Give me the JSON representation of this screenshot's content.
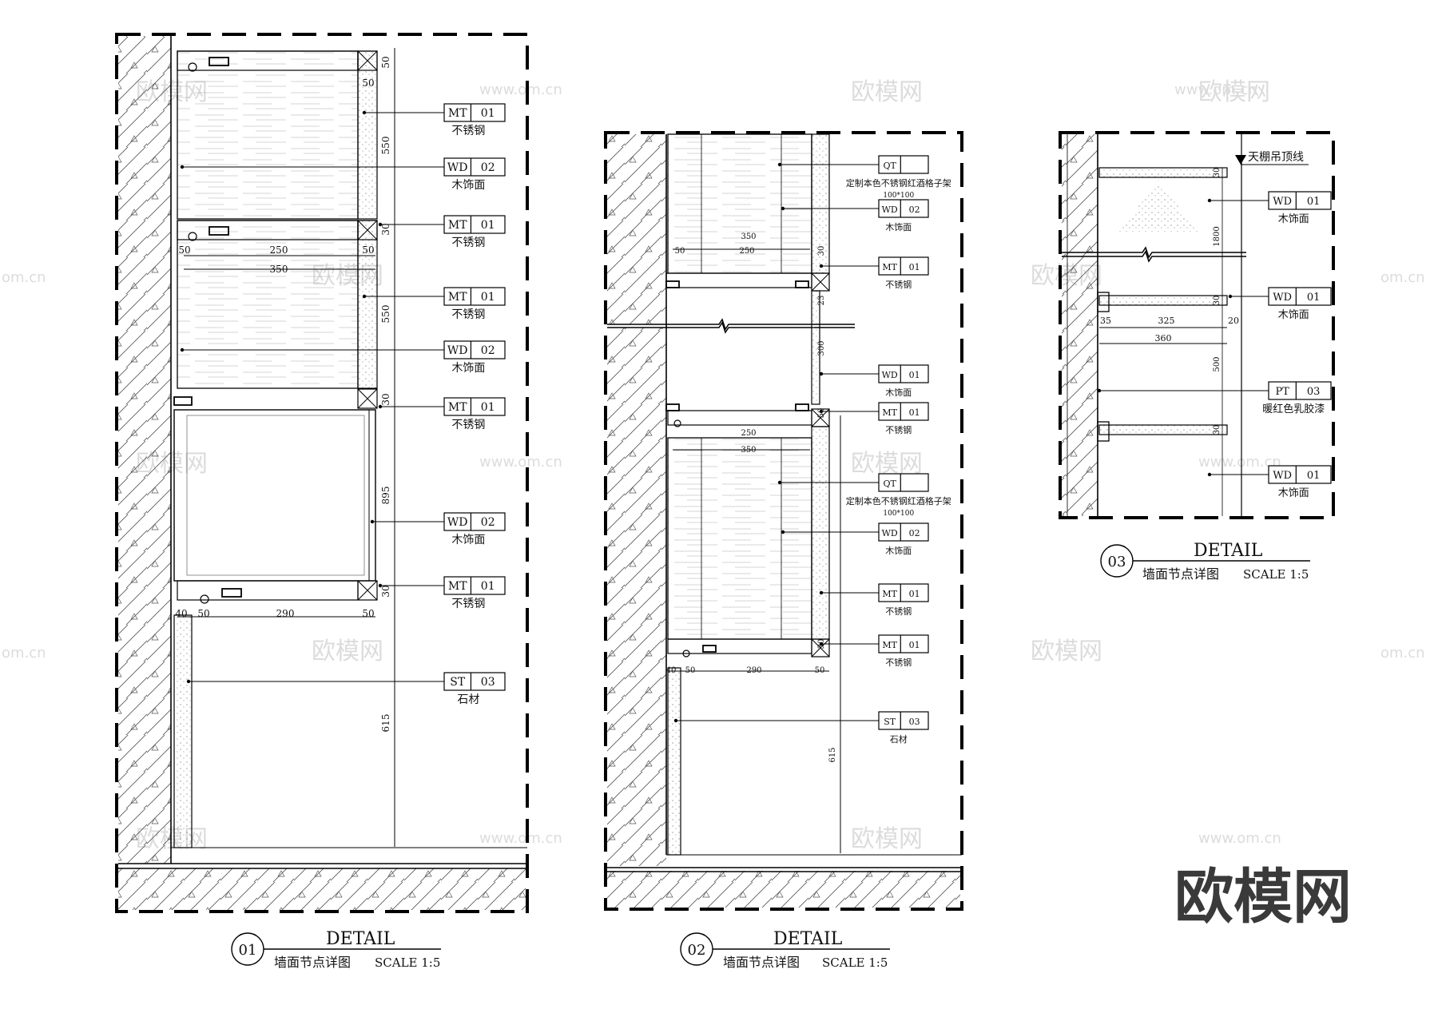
{
  "watermark": {
    "text": "欧模网",
    "url": "www.om.cn",
    "url_short": "om.cn"
  },
  "brand": {
    "logo_text": "欧模网"
  },
  "details": [
    {
      "number": "01",
      "title": "DETAIL",
      "subtitle": "墙面节点详图",
      "scale": "SCALE 1:5",
      "dimensions": [
        "50",
        "50",
        "550",
        "30",
        "50",
        "250",
        "50",
        "350",
        "550",
        "30",
        "895",
        "30",
        "40",
        "50",
        "290",
        "50",
        "615"
      ],
      "callouts": [
        {
          "code": "MT",
          "num": "01",
          "desc": "不锈钢"
        },
        {
          "code": "WD",
          "num": "02",
          "desc": "木饰面"
        },
        {
          "code": "MT",
          "num": "01",
          "desc": "不锈钢"
        },
        {
          "code": "MT",
          "num": "01",
          "desc": "不锈钢"
        },
        {
          "code": "WD",
          "num": "02",
          "desc": "木饰面"
        },
        {
          "code": "MT",
          "num": "01",
          "desc": "不锈钢"
        },
        {
          "code": "WD",
          "num": "02",
          "desc": "木饰面"
        },
        {
          "code": "MT",
          "num": "01",
          "desc": "不锈钢"
        },
        {
          "code": "ST",
          "num": "03",
          "desc": "石材"
        }
      ]
    },
    {
      "number": "02",
      "title": "DETAIL",
      "subtitle": "墙面节点详图",
      "scale": "SCALE 1:5",
      "dimensions": [
        "350",
        "50",
        "250",
        "30",
        "23",
        "300",
        "50",
        "250",
        "350",
        "30",
        "40",
        "50",
        "290",
        "50",
        "615"
      ],
      "callouts": [
        {
          "code": "QT",
          "num": "",
          "desc": "定制本色不锈钢红酒格子架",
          "desc2": "100*100"
        },
        {
          "code": "WD",
          "num": "02",
          "desc": "木饰面"
        },
        {
          "code": "MT",
          "num": "01",
          "desc": "不锈钢"
        },
        {
          "code": "WD",
          "num": "01",
          "desc": "木饰面"
        },
        {
          "code": "MT",
          "num": "01",
          "desc": "不锈钢"
        },
        {
          "code": "QT",
          "num": "",
          "desc": "定制本色不锈钢红酒格子架",
          "desc2": "100*100"
        },
        {
          "code": "WD",
          "num": "02",
          "desc": "木饰面"
        },
        {
          "code": "MT",
          "num": "01",
          "desc": "不锈钢"
        },
        {
          "code": "MT",
          "num": "01",
          "desc": "不锈钢"
        },
        {
          "code": "ST",
          "num": "03",
          "desc": "石材"
        }
      ]
    },
    {
      "number": "03",
      "title": "DETAIL",
      "subtitle": "墙面节点详图",
      "scale": "SCALE 1:5",
      "ceiling_label": "天棚吊顶线",
      "dimensions": [
        "30",
        "1800",
        "30",
        "35",
        "325",
        "20",
        "360",
        "500",
        "30"
      ],
      "callouts": [
        {
          "code": "WD",
          "num": "01",
          "desc": "木饰面"
        },
        {
          "code": "WD",
          "num": "01",
          "desc": "木饰面"
        },
        {
          "code": "PT",
          "num": "03",
          "desc": "暖红色乳胶漆"
        },
        {
          "code": "WD",
          "num": "01",
          "desc": "木饰面"
        }
      ]
    }
  ]
}
